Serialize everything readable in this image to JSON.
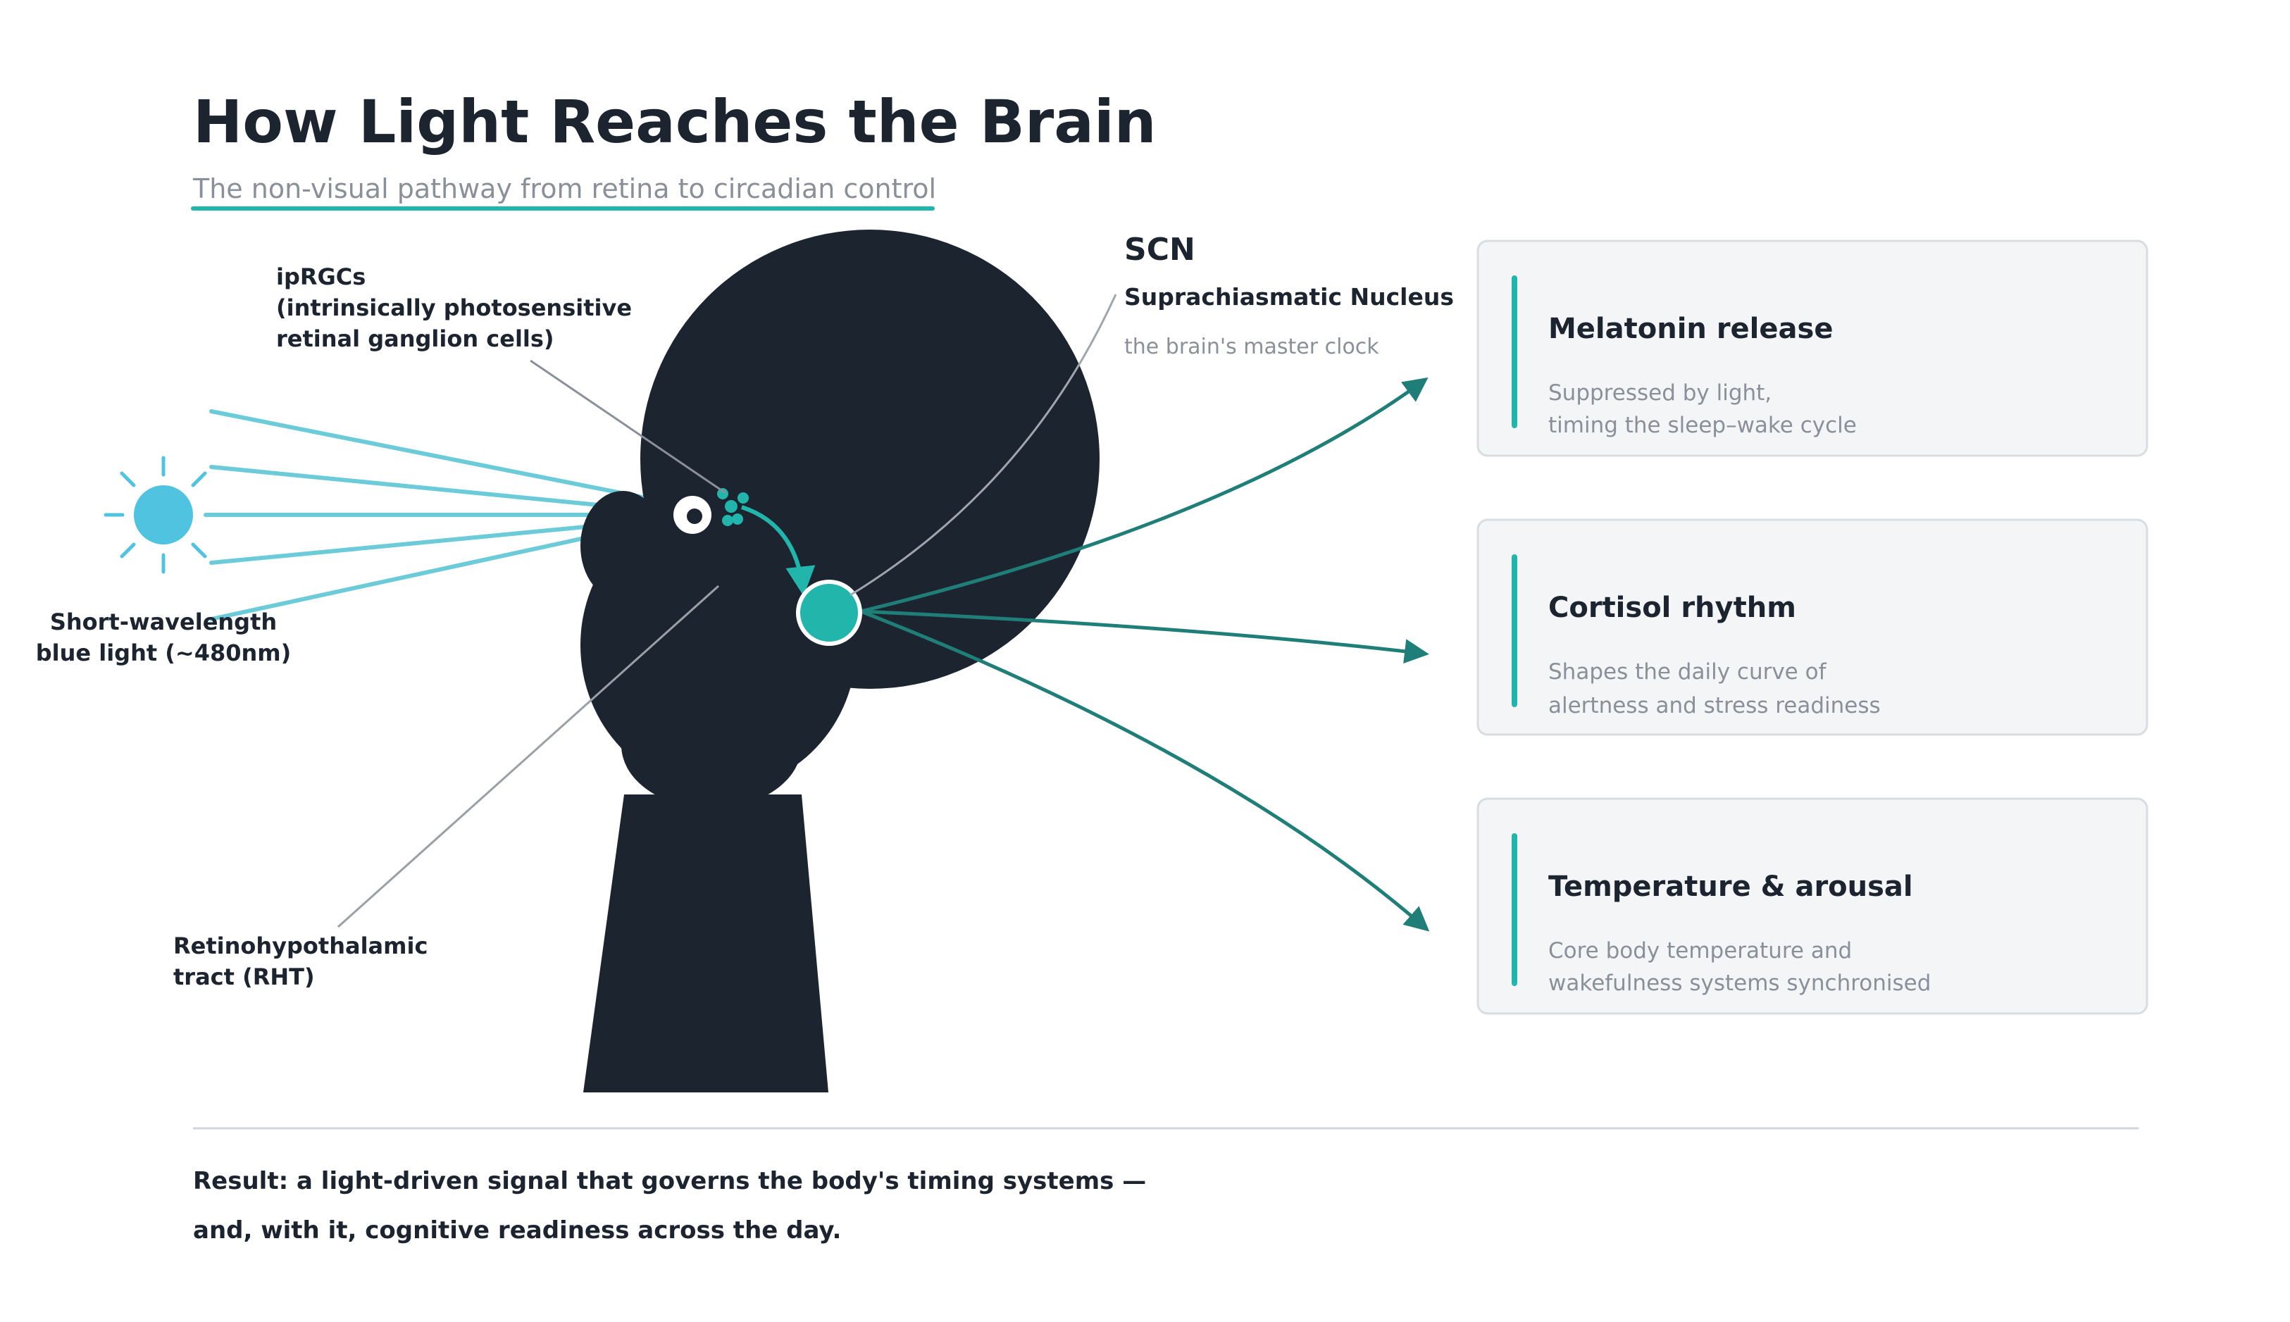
{
  "header": {
    "title": "How Light Reaches the Brain",
    "subtitle": "The non-visual pathway from retina to circadian control"
  },
  "light": {
    "label_line1": "Short-wavelength",
    "label_line2": "blue light (~480nm)"
  },
  "iprgc": {
    "line1": "ipRGCs",
    "line2": "(intrinsically photosensitive",
    "line3": "retinal ganglion cells)"
  },
  "rht": {
    "line1": "Retinohypothalamic",
    "line2": "tract (RHT)"
  },
  "scn": {
    "title": "SCN",
    "subtitle": "Suprachiasmatic Nucleus",
    "note": "the brain's master clock"
  },
  "cards": [
    {
      "title": "Melatonin release",
      "desc1": "Suppressed by light,",
      "desc2": "timing the sleep–wake cycle"
    },
    {
      "title": "Cortisol rhythm",
      "desc1": "Shapes the daily curve of",
      "desc2": "alertness and stress readiness"
    },
    {
      "title": "Temperature & arousal",
      "desc1": "Core body temperature and",
      "desc2": "wakefulness systems synchronised"
    }
  ],
  "result": {
    "line1": "Result: a light-driven signal that governs the body's timing systems —",
    "line2": "and, with it, cognitive readiness across the day."
  },
  "colors": {
    "ink": "#1c2430",
    "teal": "#22b5ab",
    "dark_teal": "#1f7f78",
    "sun": "#4fc3e0",
    "ray": "#6ccbd8",
    "muted": "#8a9099",
    "card_bg": "#f3f5f7",
    "card_border": "#d8dde1"
  }
}
